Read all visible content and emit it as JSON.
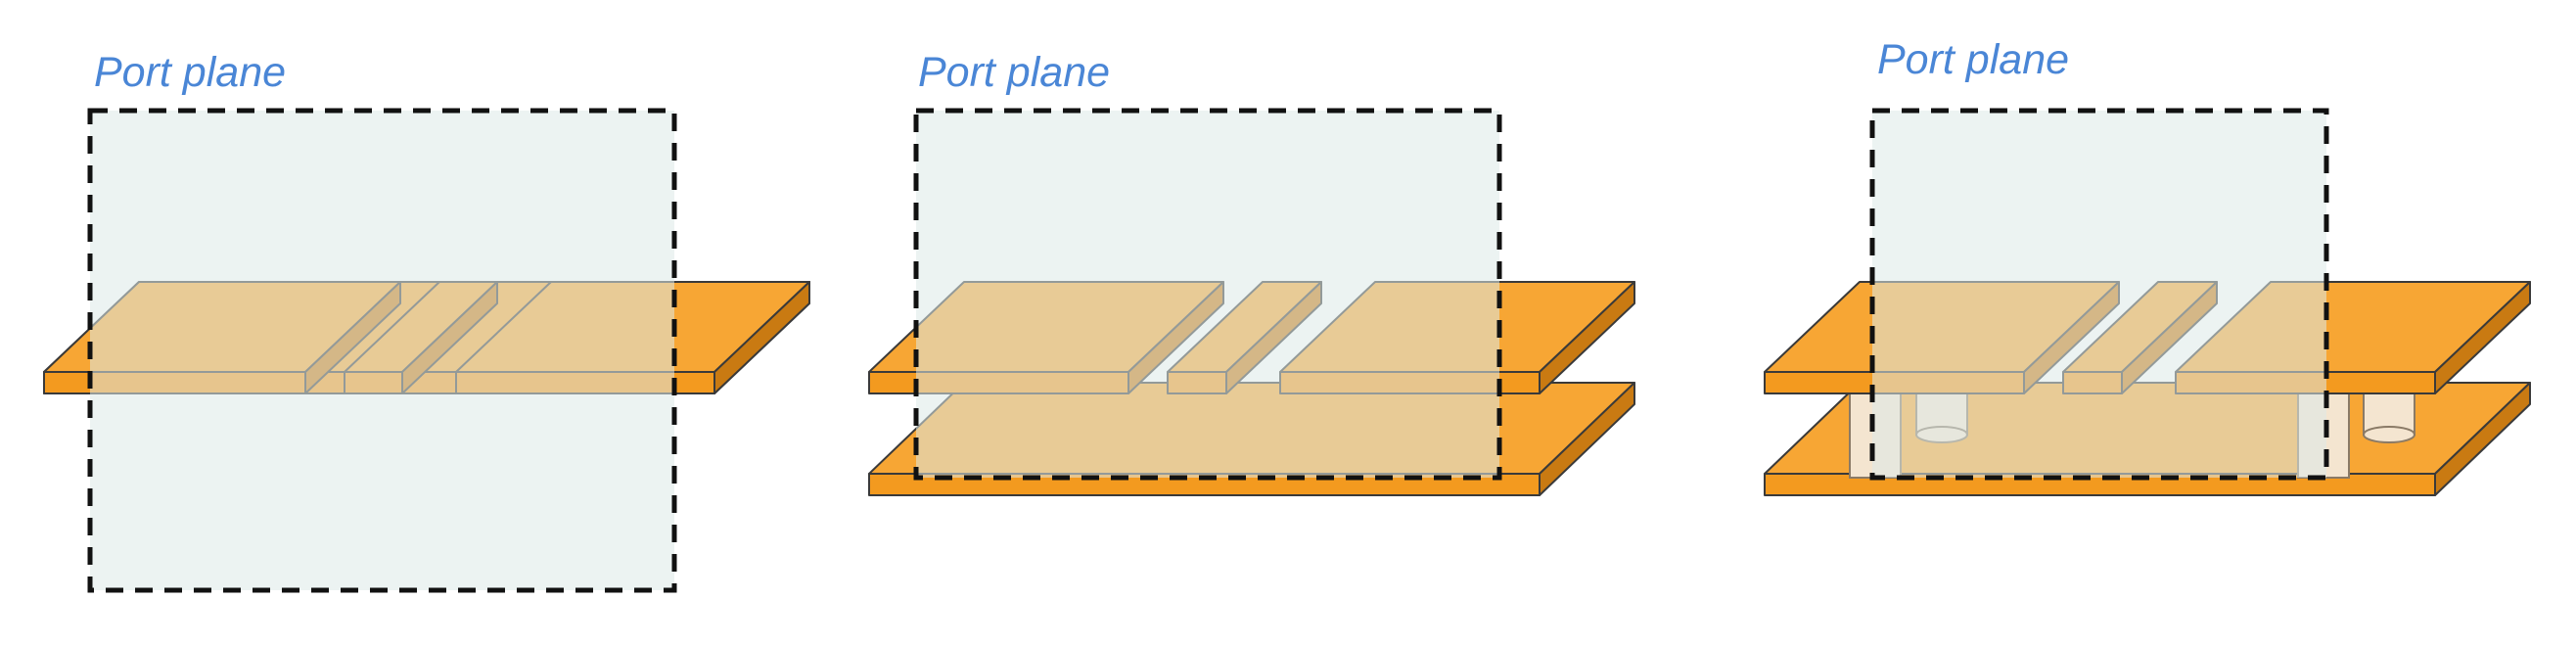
{
  "colors": {
    "copper_top": "#F7A634",
    "copper_front": "#F39A1F",
    "copper_side": "#C97A12",
    "edge": "#3a3a3a",
    "plane_fill": "#DCE9E8",
    "plane_border": "#111111",
    "label": "#4A86D6",
    "via": "#F4E5D0"
  },
  "panels": [
    {
      "id": "coplanar",
      "label": "Port plane"
    },
    {
      "id": "grounded-coplanar",
      "label": "Port plane"
    },
    {
      "id": "stripline-with-vias",
      "label": "Port plane"
    }
  ]
}
